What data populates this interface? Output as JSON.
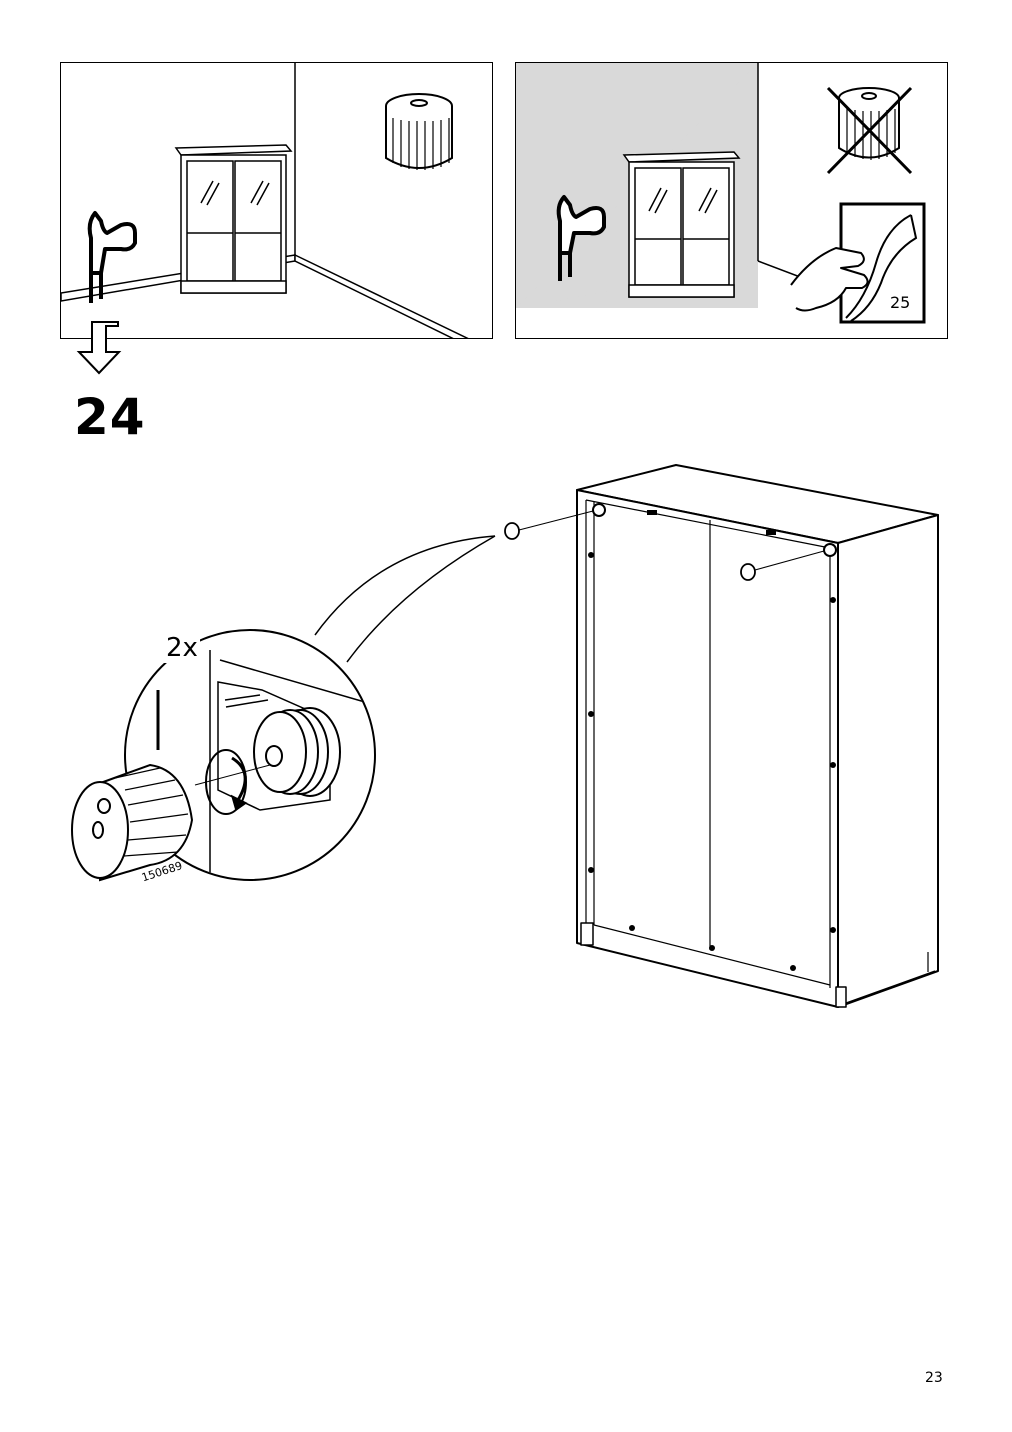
{
  "step": {
    "number": "24"
  },
  "detail": {
    "quantity": "2x",
    "part_number": "150689"
  },
  "panels": {
    "wall_plug_ok": {
      "icon": "wall-plug-icon"
    },
    "drywall_not_ok": {
      "icon": "crossed-wall-plug-icon",
      "reference_page": "25"
    }
  },
  "footer": {
    "page_number": "23"
  },
  "colors": {
    "line": "#000000",
    "wall_shading": "#d9d9d9",
    "background": "#ffffff"
  }
}
